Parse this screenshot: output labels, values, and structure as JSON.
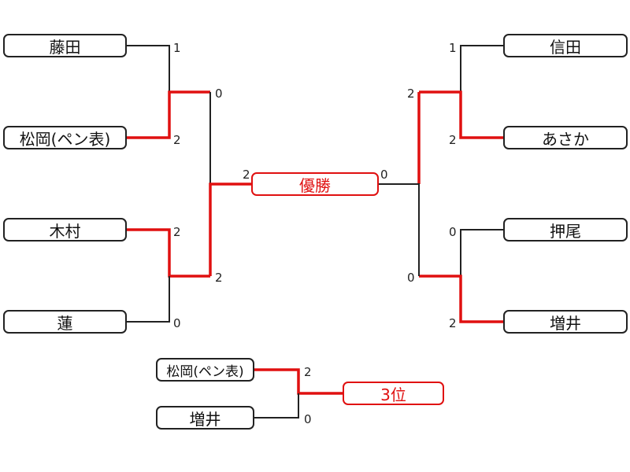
{
  "left_bracket": {
    "players": [
      "藤田",
      "松岡(ペン表)",
      "木村",
      "蓮"
    ],
    "r1_scores": [
      "1",
      "2",
      "2",
      "0"
    ],
    "semi_scores": [
      "0",
      "2"
    ]
  },
  "right_bracket": {
    "players": [
      "信田",
      "あさか",
      "押尾",
      "増井"
    ],
    "r1_scores": [
      "1",
      "2",
      "0",
      "2"
    ],
    "semi_scores": [
      "2",
      "0"
    ]
  },
  "final": {
    "label": "優勝",
    "left_score": "2",
    "right_score": "0"
  },
  "third_place": {
    "players": [
      "松岡(ペン表)",
      "増井"
    ],
    "scores": [
      "2",
      "0"
    ],
    "label": "3位"
  },
  "colors": {
    "winner_line": "#e01010",
    "normal_line": "#222222"
  }
}
